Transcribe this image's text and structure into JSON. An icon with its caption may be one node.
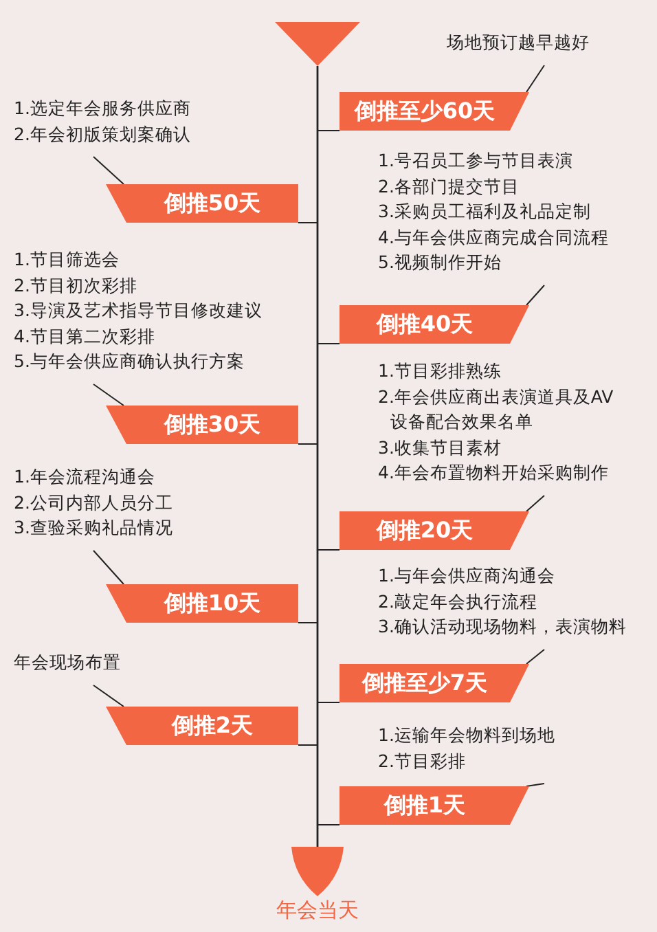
{
  "diagram": {
    "nodes": [
      {
        "text": [],
        "shape": "triangle"
      },
      {
        "text": [
          "场地预订越早越好"
        ]
      },
      {
        "text": [
          "倒推至少60天"
        ]
      },
      {
        "text": [
          "1.选定年会服务供应商",
          "2.年会初版策划案确认"
        ]
      },
      {
        "text": [
          "倒推50天"
        ]
      },
      {
        "text": [
          "1.号召员工参与节目表演",
          "2.各部门提交节目",
          "3.采购员工福利及礼品定制",
          "4.与年会供应商完成合同流程",
          "5.视频制作开始"
        ]
      },
      {
        "text": [
          "倒推40天"
        ]
      },
      {
        "text": [
          "1.节目筛选会",
          "2.节目初次彩排",
          "3.导演及艺术指导节目修改建议",
          "4.节目第二次彩排",
          "5.与年会供应商确认执行方案"
        ]
      },
      {
        "text": [
          "倒推30天"
        ]
      },
      {
        "text": [
          "1.节目彩排熟练",
          "2.年会供应商出表演道具及AV设备配合效果名单",
          "3.收集节目素材",
          "4.年会布置物料开始采购制作"
        ]
      },
      {
        "text": [
          "倒推20天"
        ]
      },
      {
        "text": [
          "1.年会流程沟通会",
          "2.公司内部人员分工",
          "3.查验采购礼品情况"
        ]
      },
      {
        "text": [
          "倒推10天"
        ]
      },
      {
        "text": [
          "1.与年会供应商沟通会",
          "2.敲定年会执行流程",
          "3.确认活动现场物料，表演物料"
        ]
      },
      {
        "text": [
          "倒推至少7天"
        ]
      },
      {
        "text": [
          "年会现场布置"
        ]
      },
      {
        "text": [
          "倒推2天"
        ]
      },
      {
        "text": [
          "1.运输年会物料到场地",
          "2.节目彩排"
        ]
      },
      {
        "text": [
          "倒推1天"
        ]
      },
      {
        "text": [
          "年会当天"
        ]
      }
    ],
    "edges": [
      {
        "from": 0,
        "to": 19,
        "arrow": "none"
      },
      {
        "from": 1,
        "to": 2,
        "arrow": "none"
      },
      {
        "from": 2,
        "to": 19,
        "arrow": "none"
      },
      {
        "from": 3,
        "to": 4,
        "arrow": "none"
      },
      {
        "from": 4,
        "to": 19,
        "arrow": "none"
      },
      {
        "from": 5,
        "to": 6,
        "arrow": "none"
      },
      {
        "from": 6,
        "to": 19,
        "arrow": "none"
      },
      {
        "from": 7,
        "to": 8,
        "arrow": "none"
      },
      {
        "from": 8,
        "to": 19,
        "arrow": "none"
      },
      {
        "from": 9,
        "to": 10,
        "arrow": "none"
      },
      {
        "from": 10,
        "to": 19,
        "arrow": "none"
      },
      {
        "from": 11,
        "to": 12,
        "arrow": "none"
      },
      {
        "from": 12,
        "to": 19,
        "arrow": "none"
      },
      {
        "from": 13,
        "to": 14,
        "arrow": "none"
      },
      {
        "from": 14,
        "to": 19,
        "arrow": "none"
      },
      {
        "from": 15,
        "to": 16,
        "arrow": "none"
      },
      {
        "from": 16,
        "to": 19,
        "arrow": "none"
      },
      {
        "from": 17,
        "to": 18,
        "arrow": "none"
      },
      {
        "from": 18,
        "to": 19,
        "arrow": "none"
      }
    ]
  }
}
